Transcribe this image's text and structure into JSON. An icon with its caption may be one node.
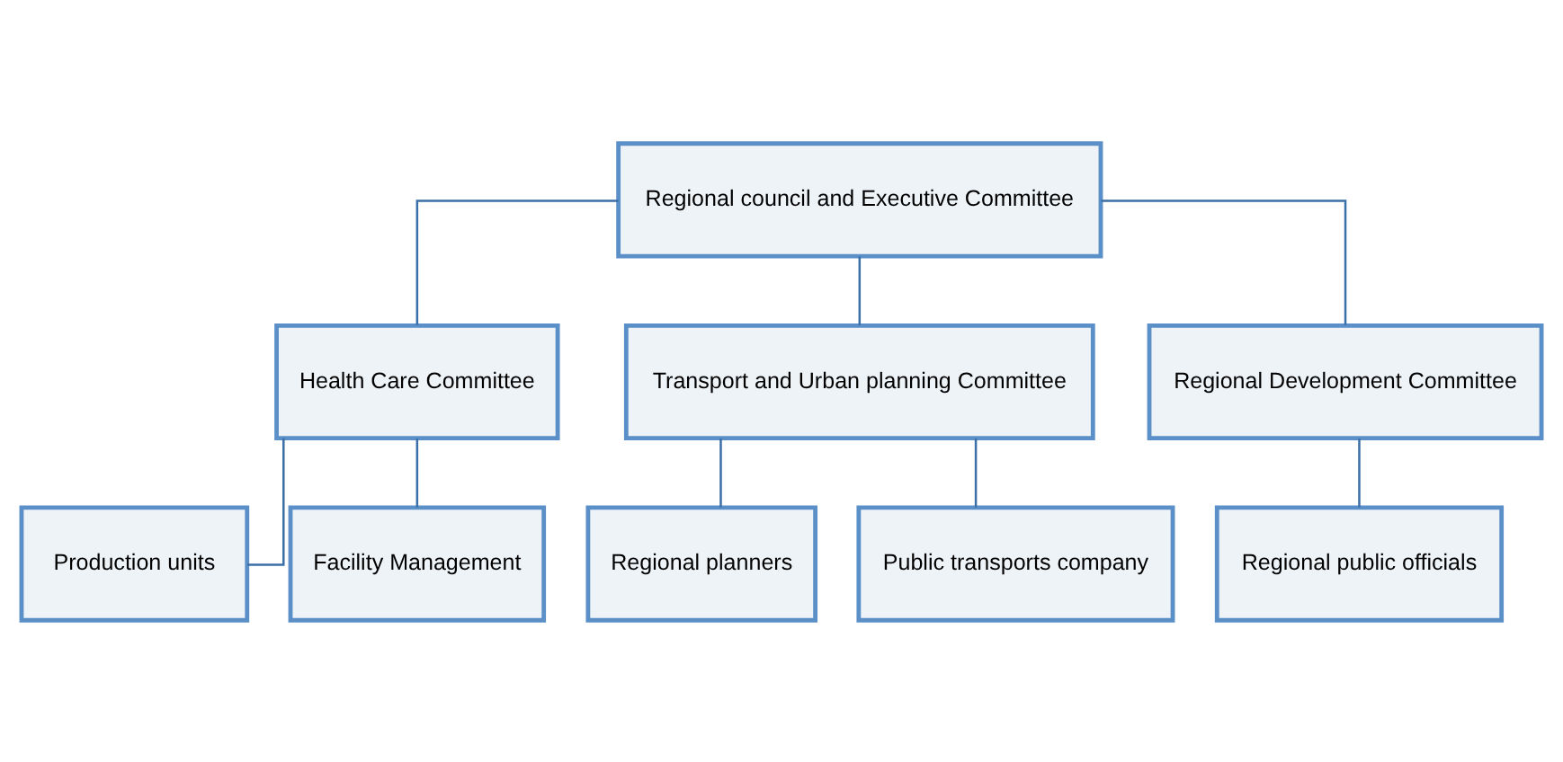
{
  "diagram": {
    "nodes": [
      {
        "text": [
          "Regional council and Executive Committee"
        ]
      },
      {
        "text": [
          "Health Care Committee"
        ]
      },
      {
        "text": [
          "Transport and Urban planning Committee"
        ]
      },
      {
        "text": [
          "Regional Development Committee"
        ]
      },
      {
        "text": [
          "Production units"
        ]
      },
      {
        "text": [
          "Facility Management"
        ]
      },
      {
        "text": [
          "Regional planners"
        ]
      },
      {
        "text": [
          "Public transports company"
        ]
      },
      {
        "text": [
          "Regional public officials"
        ]
      }
    ],
    "edges": [
      {
        "from": 0,
        "to": 1,
        "arrow": "none"
      },
      {
        "from": 0,
        "to": 2,
        "arrow": "none"
      },
      {
        "from": 0,
        "to": 3,
        "arrow": "none"
      },
      {
        "from": 1,
        "to": 4,
        "arrow": "none"
      },
      {
        "from": 1,
        "to": 5,
        "arrow": "none"
      },
      {
        "from": 2,
        "to": 6,
        "arrow": "none"
      },
      {
        "from": 2,
        "to": 7,
        "arrow": "none"
      },
      {
        "from": 3,
        "to": 8,
        "arrow": "none"
      }
    ]
  }
}
